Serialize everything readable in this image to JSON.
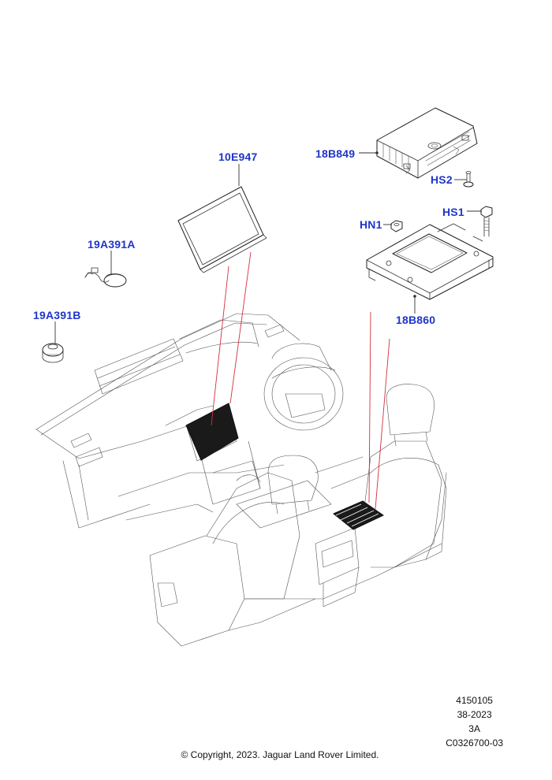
{
  "callouts": [
    {
      "id": "10E947",
      "label": "10E947"
    },
    {
      "id": "18B849",
      "label": "18B849"
    },
    {
      "id": "HS2",
      "label": "HS2"
    },
    {
      "id": "HS1",
      "label": "HS1"
    },
    {
      "id": "HN1",
      "label": "HN1"
    },
    {
      "id": "19A391A",
      "label": "19A391A"
    },
    {
      "id": "19A391B",
      "label": "19A391B"
    },
    {
      "id": "18B860",
      "label": "18B860"
    }
  ],
  "meta": {
    "code": "4150105",
    "date": "38-2023",
    "revision": "3A",
    "image_id": "C0326700-03"
  },
  "copyright": "© Copyright, 2023. Jaguar Land Rover Limited.",
  "colors": {
    "callout_text": "#1f35c9",
    "leader_red": "#d2303a",
    "line_art": "#333333"
  }
}
